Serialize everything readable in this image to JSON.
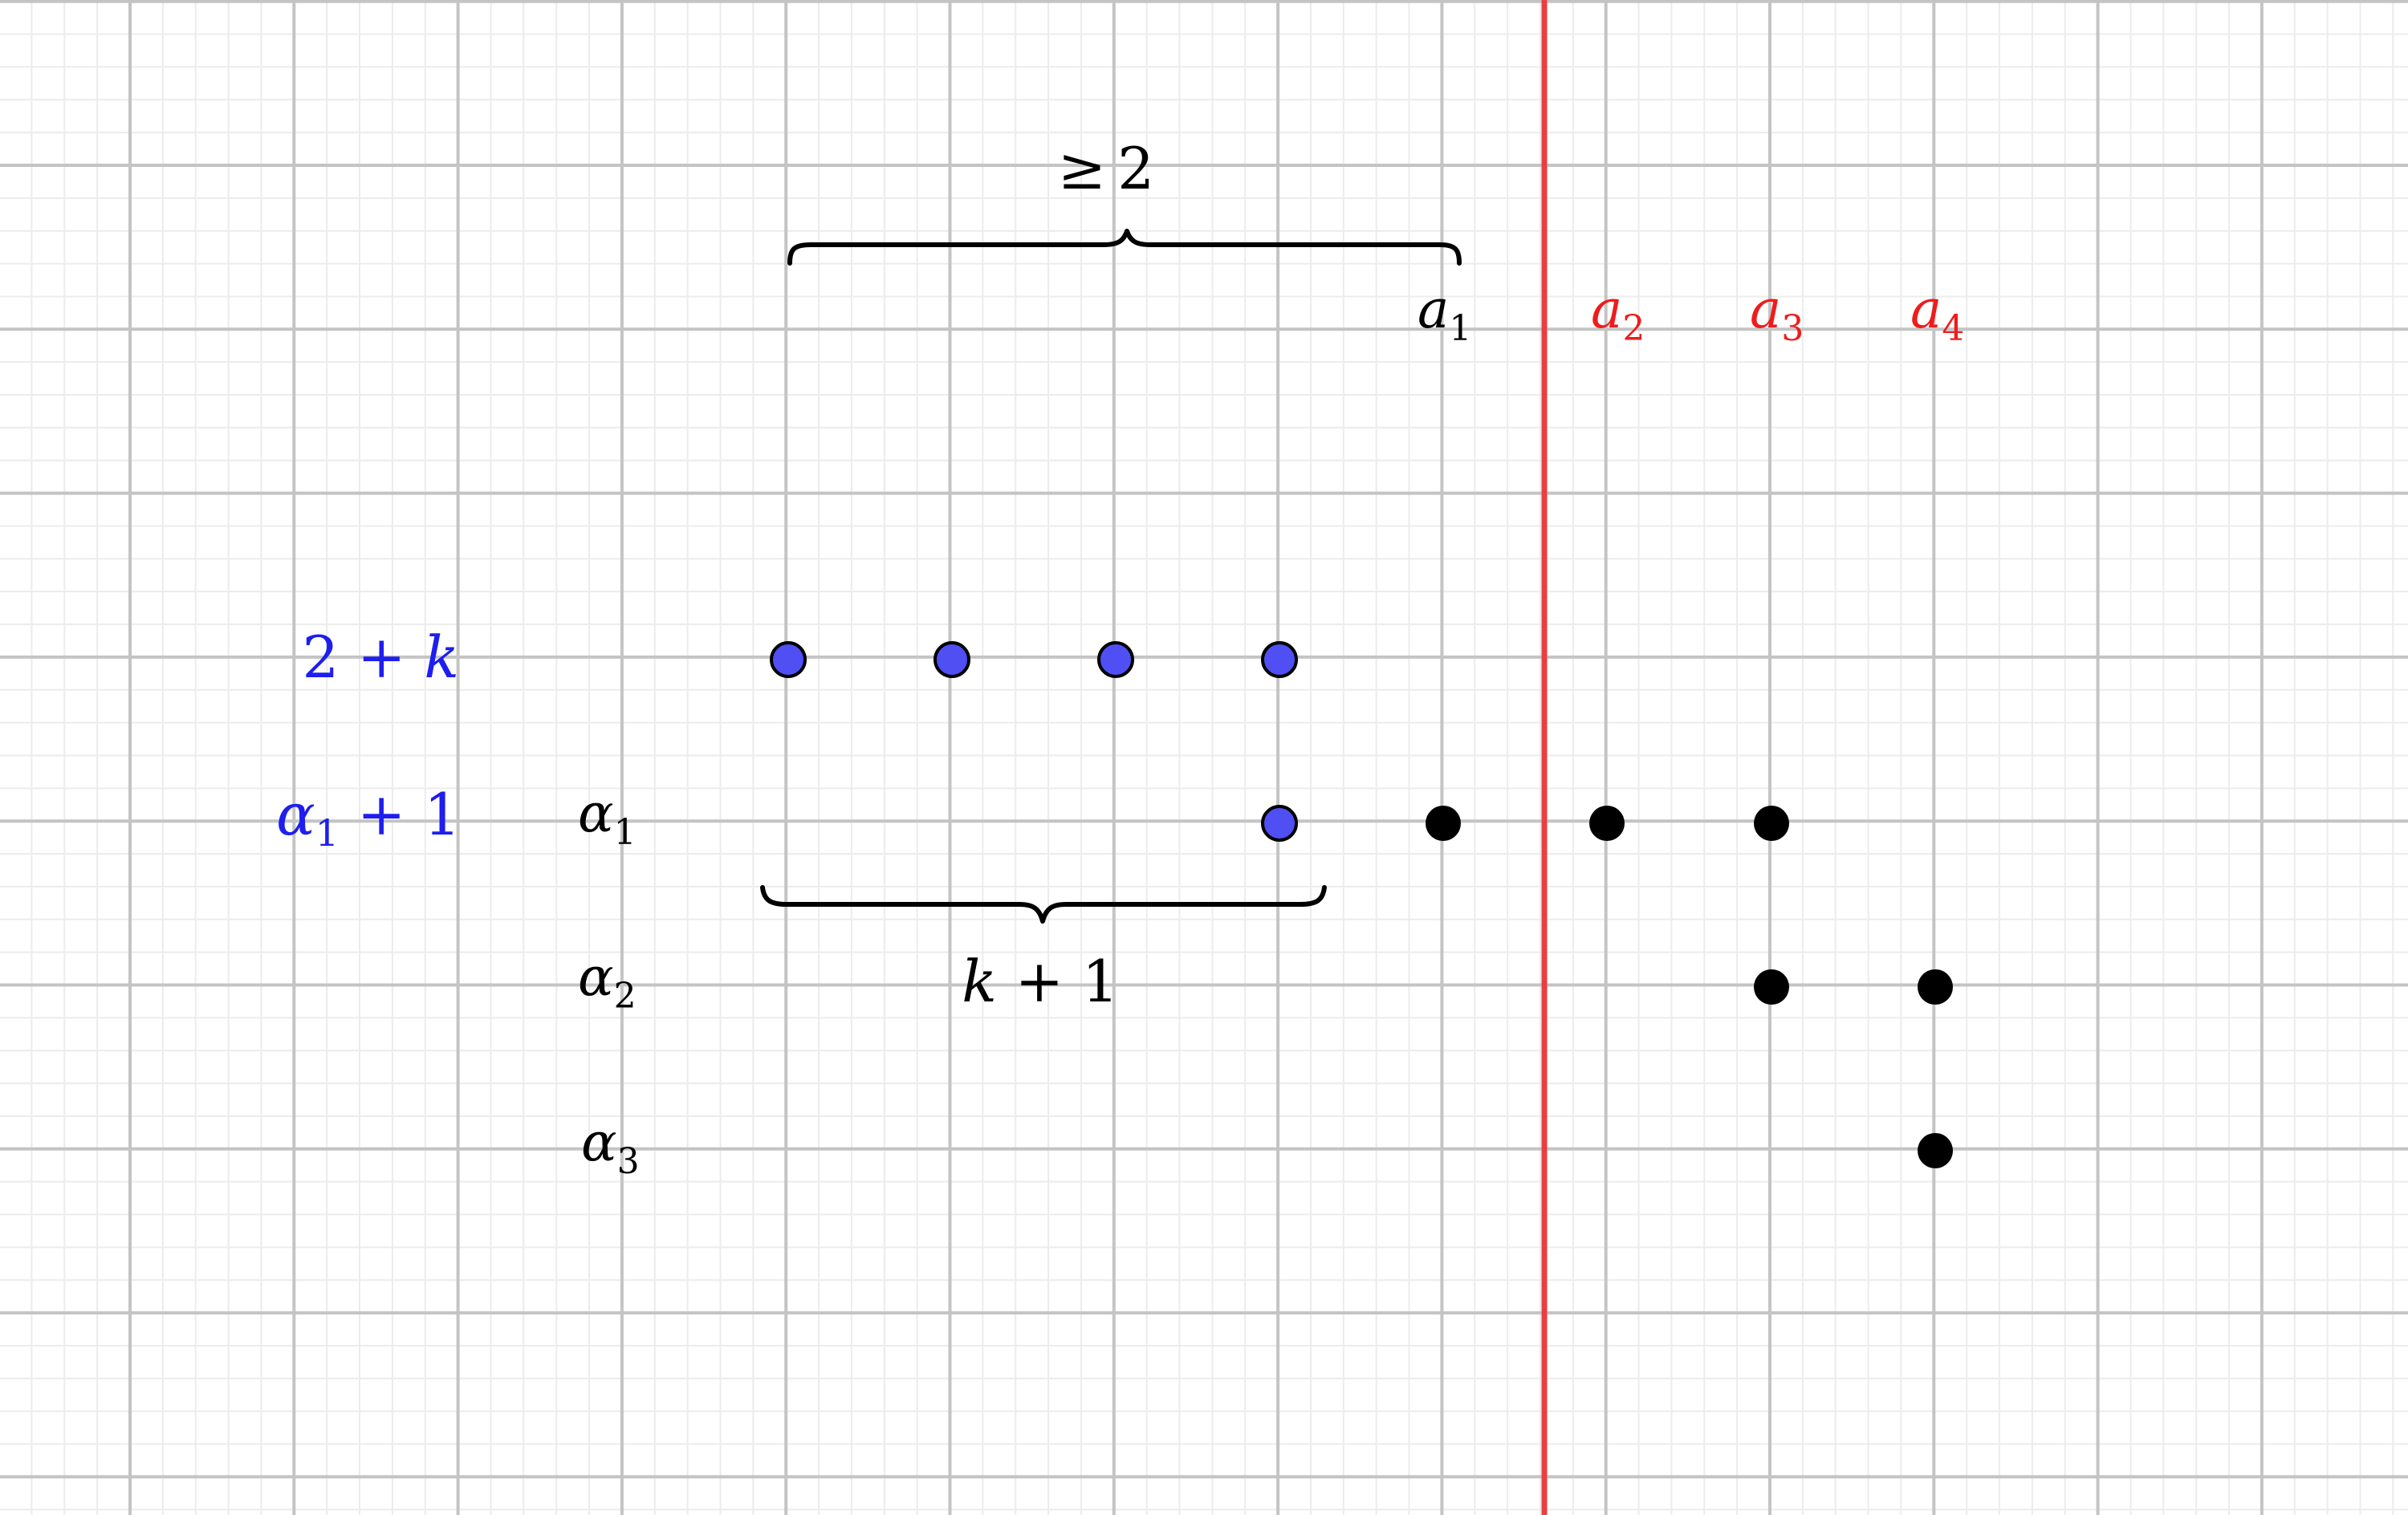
{
  "colors": {
    "grid_minor": "#ececec",
    "grid_major": "#c4c4c4",
    "red_line": "#e83f3f",
    "red_text": "#ee1c1c",
    "blue_text": "#1e1eee",
    "blue_dot_fill": "#4f4ff4",
    "black": "#000000"
  },
  "labels": {
    "geq2": {
      "symbol": "≥",
      "num": "2"
    },
    "kplus1": {
      "var": "k",
      "rest": " + 1"
    },
    "a1": {
      "base": "a",
      "sub": "1"
    },
    "a2": {
      "base": "a",
      "sub": "2"
    },
    "a3": {
      "base": "a",
      "sub": "3"
    },
    "a4": {
      "base": "a",
      "sub": "4"
    },
    "two_plus_k": {
      "num": "2 + ",
      "var": "k"
    },
    "alpha1_plus_1": {
      "base": "α",
      "sub": "1",
      "rest": " + 1"
    },
    "alpha1": {
      "base": "α",
      "sub": "1"
    },
    "alpha2": {
      "base": "α",
      "sub": "2"
    },
    "alpha3": {
      "base": "α",
      "sub": "3"
    }
  },
  "points": {
    "blue_row": 4,
    "alpha1_row_blue": 1,
    "alpha1_row_black": 3,
    "alpha2_row_black": 2,
    "alpha3_row_black": 1
  }
}
